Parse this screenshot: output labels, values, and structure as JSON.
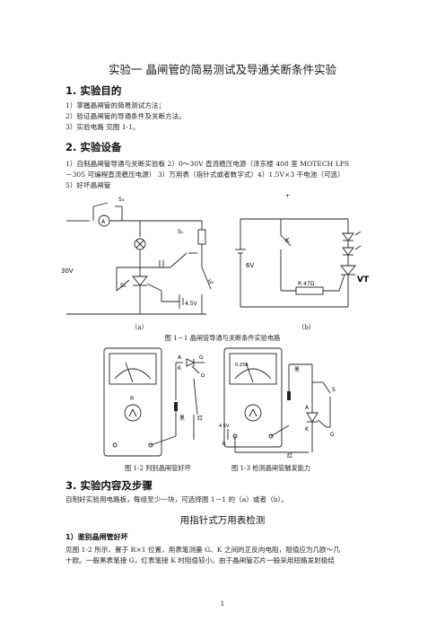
{
  "doc": {
    "title": "实验一  晶闸管的简易测试及导通关断条件实验",
    "section1": {
      "heading": "1.  实验目的",
      "items": [
        "1）掌握晶闸管的简易测试方法；",
        "2）验证晶闸管的导通条件及关断方法。",
        "3）实验电路  见图 1-1。"
      ]
    },
    "section2": {
      "heading": "2.  实验设备",
      "line1": "1）自制晶闸管导通与关断实验板 2）0～30V 直流稳压电源（泽东楼 408 室 MOTECH  LPS",
      "line2": "－305 可编程直流稳压电源）  3）万用表（指针式或者数字式）4）1.5V×3 干电池（可选）",
      "line3": "5）好坏晶闸管"
    },
    "figure1": {
      "label_a": "（a）",
      "label_b": "（b）",
      "caption": "图 1－1  晶闸管导通与关断条件实验电路",
      "a_labels": {
        "s4": "S₄",
        "s1": "S₁",
        "s2": "S₂",
        "s3": "S₃",
        "v30": "30V",
        "v45": "4.5V",
        "ammeter": "A"
      },
      "b_labels": {
        "top": "+",
        "k": "K",
        "v6": "6V",
        "r": "R  47Ω",
        "vt": "VT"
      }
    },
    "figure2": {
      "caption_left": "图 1-2  判别晶闸管好坏",
      "caption_right": "图 1-3  检测晶闸管触发能力",
      "left_labels": {
        "r": "R",
        "a": "A",
        "k": "K",
        "g": "G",
        "black": "黑",
        "red": "红",
        "omega": "Ω"
      },
      "right_labels": {
        "range": "0.25A",
        "black": "黑",
        "a": "A",
        "k": "K",
        "g": "G",
        "s": "S",
        "v45": "4.5V",
        "r": "R",
        "red": "红"
      }
    },
    "section3": {
      "heading": "3.  实验内容及步骤",
      "para": "自制好实验用电路板，每组至少一块，可选择图 1－1 的（a）或者（b）。"
    },
    "subtitle": "用指针式万用表检测",
    "sub1": {
      "heading": "1）鉴别晶闸管好坏",
      "line1": "见图 1-2 所示，置于 R×1 位置，用表笔测量 G、K 之间的正反向电阻，阻值应为几欧～几",
      "line2": "十欧。一般黑表笔接 G，红表笔接 K 时阻值较小。由于晶闸管芯片一般采用短路发射极结"
    },
    "page_number": "1"
  }
}
